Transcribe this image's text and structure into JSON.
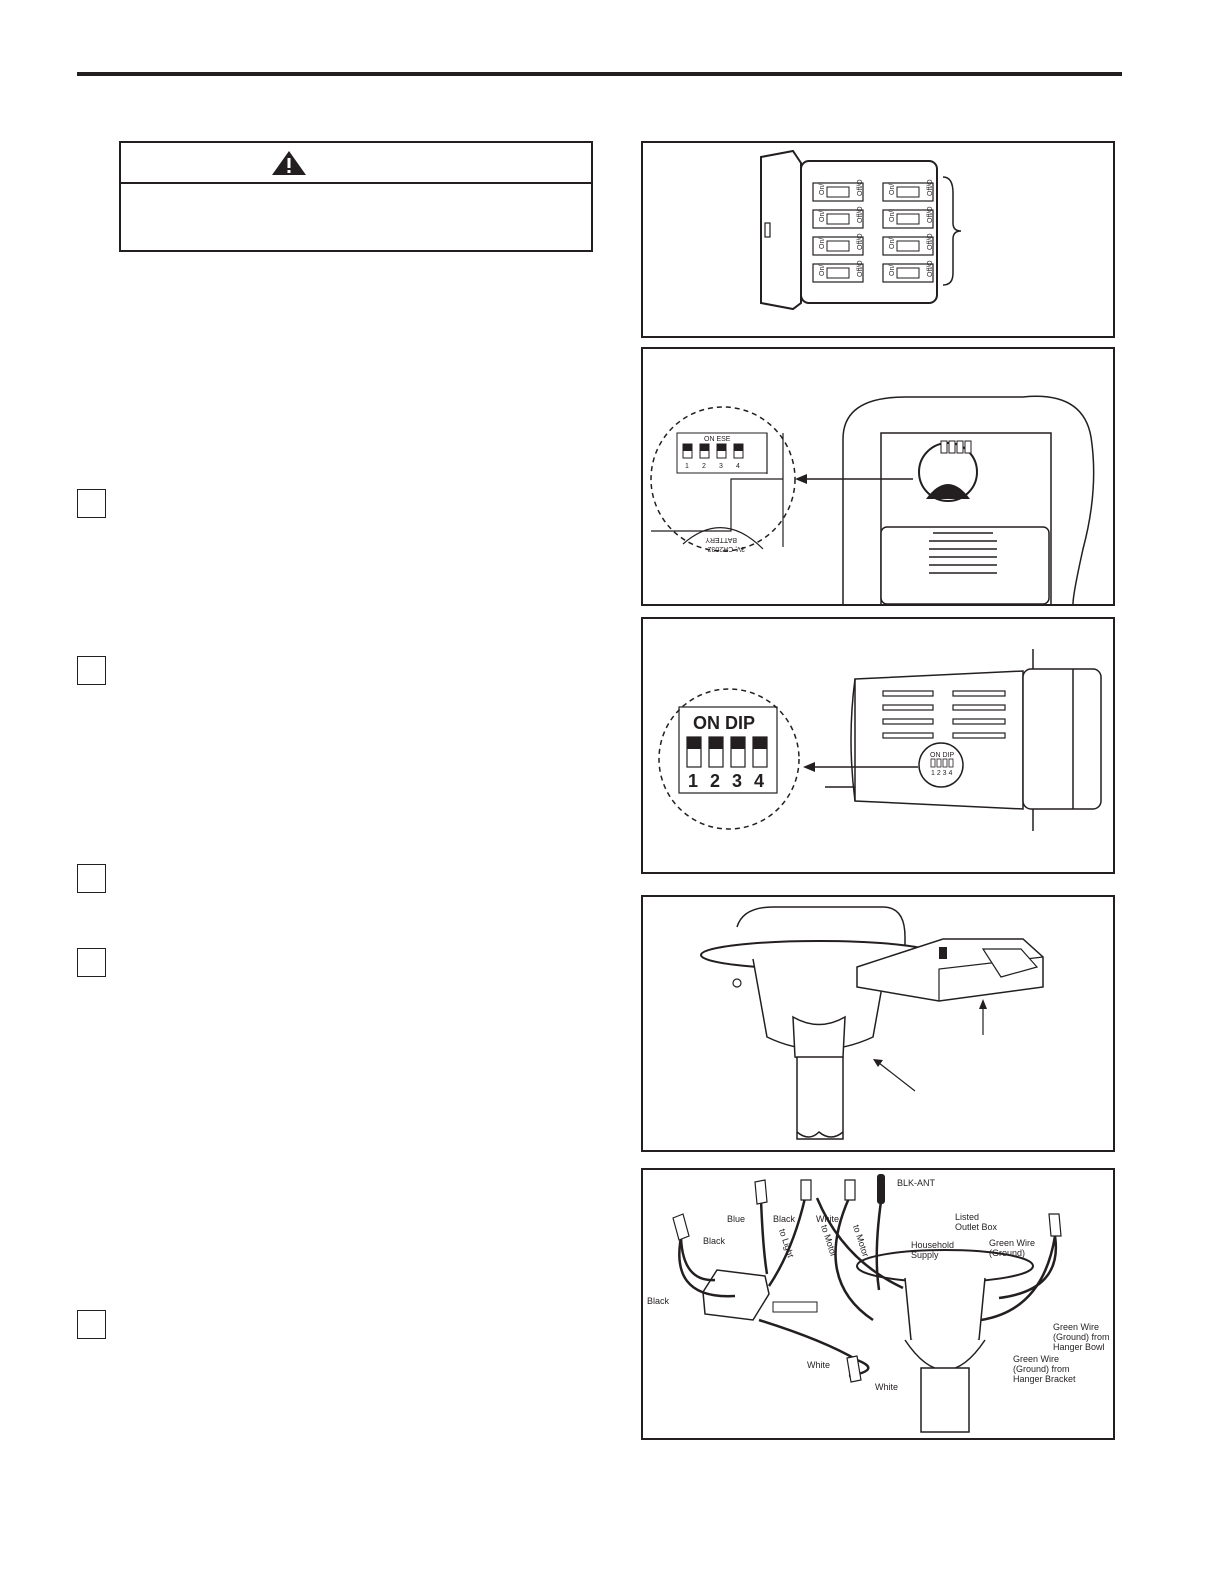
{
  "breaker_labels": [
    "On/I",
    "Off/O"
  ],
  "remote_dip": {
    "title": "ON  ESE",
    "numbers": [
      "1",
      "2",
      "3",
      "4"
    ],
    "battery_line1": "3V, CR2032",
    "battery_line2": "BATTERY"
  },
  "receiver_dip": {
    "title": "ON  DIP",
    "numbers": [
      "1",
      "2",
      "3",
      "4"
    ],
    "small_title": "ON DIP",
    "small_numbers": "1 2 3 4"
  },
  "wiring_labels": {
    "blk_ant": "BLK-ANT",
    "blue": "Blue",
    "black_top": "Black",
    "white_top": "White",
    "to_light": "to Light",
    "to_motor_1": "to Motor",
    "to_motor_2": "to Motor",
    "listed_1": "Listed",
    "listed_2": "Outlet Box",
    "household_1": "Household",
    "household_2": "Supply",
    "green_1": "Green Wire",
    "green_2": "(Ground)",
    "black_left": "Black",
    "black_far_left": "Black",
    "bowl_1": "Green Wire",
    "bowl_2": "(Ground) from",
    "bowl_3": "Hanger Bowl",
    "bracket_1": "Green Wire",
    "bracket_2": "(Ground) from",
    "bracket_3": "Hanger Bracket",
    "white_bottom_1": "White",
    "white_bottom_2": "White"
  }
}
